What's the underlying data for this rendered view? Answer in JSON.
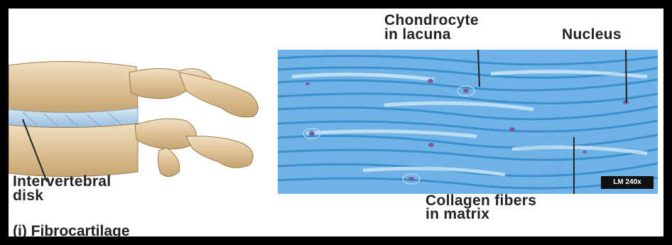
{
  "labels": {
    "chondrocyte_line1": "Chondrocyte",
    "chondrocyte_line2": "in lacuna",
    "nucleus": "Nucleus",
    "intervertebral_line1": "Intervertebral",
    "intervertebral_line2": "disk",
    "collagen_line1": "Collagen fibers",
    "collagen_line2": "in matrix"
  },
  "caption": "(i) Fibrocartilage",
  "magnification": "LM 240x",
  "colors": {
    "micrograph_base": "#6fb3e6",
    "fiber_dark": "#2f86c9",
    "fiber_light": "#d8ecf7",
    "nucleus": "#7a5a9a",
    "bone": "#e2c89e",
    "disk": "#b9d3ea"
  }
}
